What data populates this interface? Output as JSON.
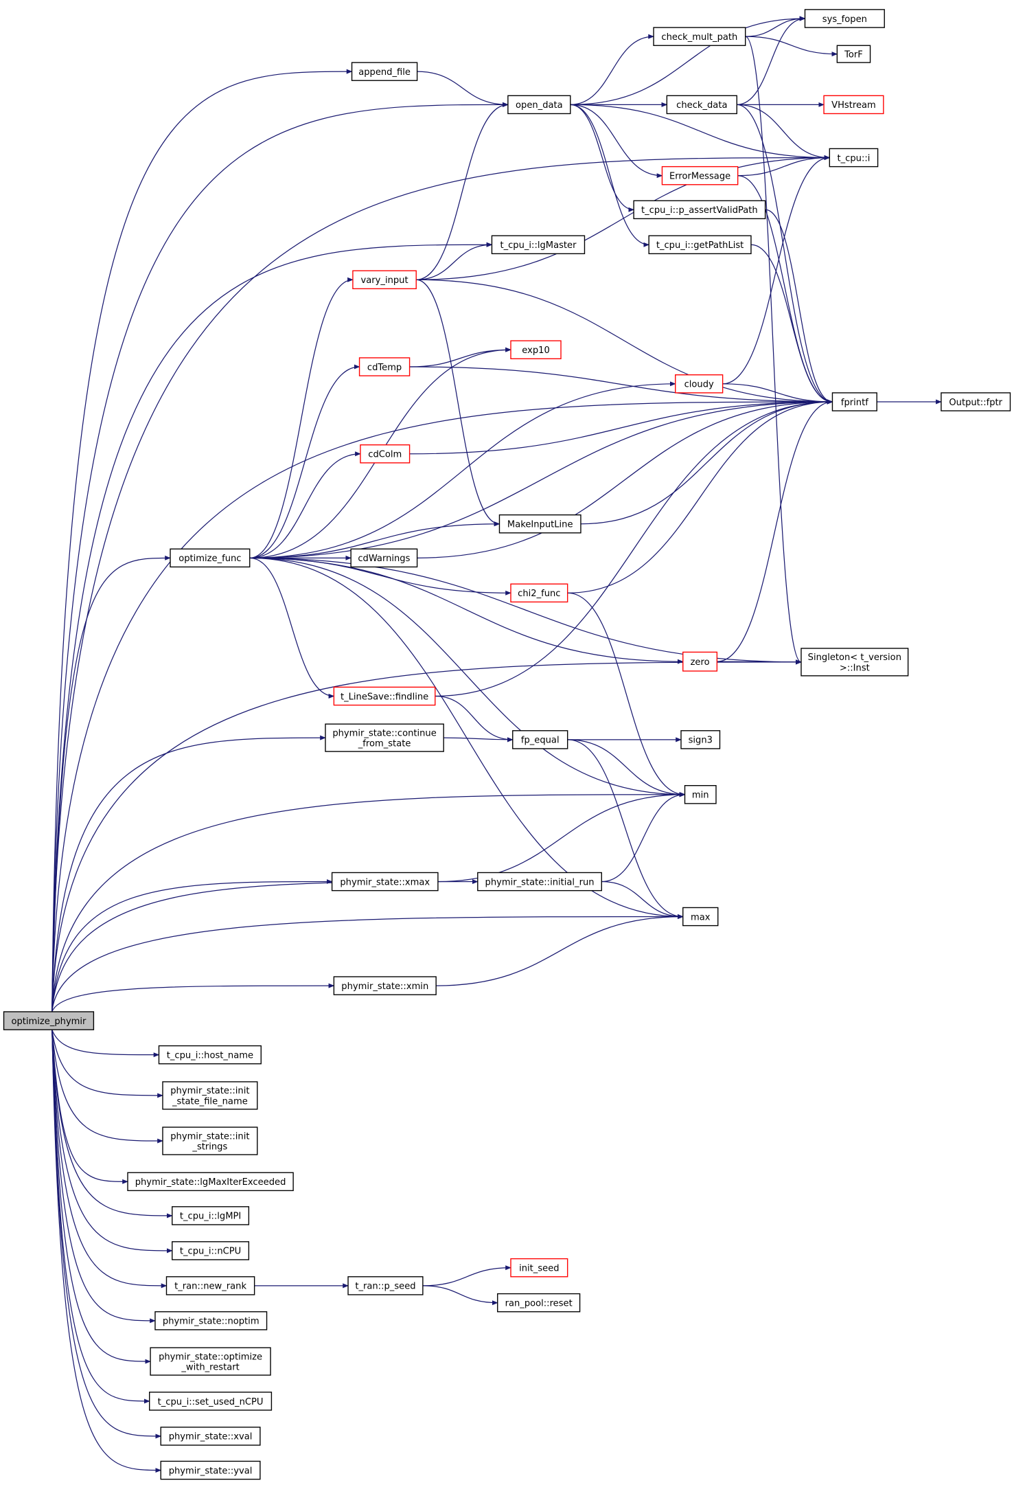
{
  "colors": {
    "edge": "#191970",
    "highlight_border": "#ff0000",
    "root_fill": "#bfbfbf"
  },
  "nodes": {
    "optimize_phymir": {
      "lines": [
        "optimize_phymir"
      ],
      "style": "root"
    },
    "append_file": {
      "lines": [
        "append_file"
      ]
    },
    "open_data": {
      "lines": [
        "open_data"
      ]
    },
    "check_mult_path": {
      "lines": [
        "check_mult_path"
      ]
    },
    "sys_fopen": {
      "lines": [
        "sys_fopen"
      ]
    },
    "TorF": {
      "lines": [
        "TorF"
      ]
    },
    "check_data": {
      "lines": [
        "check_data"
      ]
    },
    "VHstream": {
      "lines": [
        "VHstream"
      ],
      "style": "red"
    },
    "t_cpu_i": {
      "lines": [
        "t_cpu::i"
      ]
    },
    "ErrorMessage": {
      "lines": [
        "ErrorMessage"
      ],
      "style": "red"
    },
    "p_assertValidPath": {
      "lines": [
        "t_cpu_i::p_assertValidPath"
      ]
    },
    "getPathList": {
      "lines": [
        "t_cpu_i::getPathList"
      ]
    },
    "lgMaster": {
      "lines": [
        "t_cpu_i::lgMaster"
      ]
    },
    "vary_input": {
      "lines": [
        "vary_input"
      ],
      "style": "red"
    },
    "exp10": {
      "lines": [
        "exp10"
      ],
      "style": "red"
    },
    "cdTemp": {
      "lines": [
        "cdTemp"
      ],
      "style": "red"
    },
    "cloudy": {
      "lines": [
        "cloudy"
      ],
      "style": "red"
    },
    "fprintf": {
      "lines": [
        "fprintf"
      ]
    },
    "Output_fptr": {
      "lines": [
        "Output::fptr"
      ]
    },
    "cdColm": {
      "lines": [
        "cdColm"
      ],
      "style": "red"
    },
    "MakeInputLine": {
      "lines": [
        "MakeInputLine"
      ]
    },
    "optimize_func": {
      "lines": [
        "optimize_func"
      ]
    },
    "cdWarnings": {
      "lines": [
        "cdWarnings"
      ]
    },
    "chi2_func": {
      "lines": [
        "chi2_func"
      ],
      "style": "red"
    },
    "zero": {
      "lines": [
        "zero"
      ],
      "style": "red"
    },
    "Singleton": {
      "lines": [
        "Singleton< t_version",
        ">::Inst"
      ]
    },
    "findline": {
      "lines": [
        "t_LineSave::findline"
      ],
      "style": "red"
    },
    "continue_from_state": {
      "lines": [
        "phymir_state::continue",
        "_from_state"
      ]
    },
    "fp_equal": {
      "lines": [
        "fp_equal"
      ]
    },
    "sign3": {
      "lines": [
        "sign3"
      ]
    },
    "min": {
      "lines": [
        "min"
      ]
    },
    "xmax": {
      "lines": [
        "phymir_state::xmax"
      ]
    },
    "initial_run": {
      "lines": [
        "phymir_state::initial_run"
      ]
    },
    "max": {
      "lines": [
        "max"
      ]
    },
    "xmin": {
      "lines": [
        "phymir_state::xmin"
      ]
    },
    "host_name": {
      "lines": [
        "t_cpu_i::host_name"
      ]
    },
    "init_state_file_name": {
      "lines": [
        "phymir_state::init",
        "_state_file_name"
      ]
    },
    "init_strings": {
      "lines": [
        "phymir_state::init",
        "_strings"
      ]
    },
    "lgMaxIterExceeded": {
      "lines": [
        "phymir_state::lgMaxIterExceeded"
      ]
    },
    "lgMPI": {
      "lines": [
        "t_cpu_i::lgMPI"
      ]
    },
    "nCPU": {
      "lines": [
        "t_cpu_i::nCPU"
      ]
    },
    "new_rank": {
      "lines": [
        "t_ran::new_rank"
      ]
    },
    "p_seed": {
      "lines": [
        "t_ran::p_seed"
      ]
    },
    "init_seed": {
      "lines": [
        "init_seed"
      ],
      "style": "red"
    },
    "reset": {
      "lines": [
        "ran_pool::reset"
      ]
    },
    "noptim": {
      "lines": [
        "phymir_state::noptim"
      ]
    },
    "optimize_with_restart": {
      "lines": [
        "phymir_state::optimize",
        "_with_restart"
      ]
    },
    "set_used_nCPU": {
      "lines": [
        "t_cpu_i::set_used_nCPU"
      ]
    },
    "xval": {
      "lines": [
        "phymir_state::xval"
      ]
    },
    "yval": {
      "lines": [
        "phymir_state::yval"
      ]
    }
  },
  "edges": [
    [
      "optimize_phymir",
      "append_file"
    ],
    [
      "optimize_phymir",
      "open_data"
    ],
    [
      "optimize_phymir",
      "t_cpu_i"
    ],
    [
      "optimize_phymir",
      "fprintf"
    ],
    [
      "optimize_phymir",
      "lgMaster"
    ],
    [
      "optimize_phymir",
      "optimize_func"
    ],
    [
      "optimize_phymir",
      "continue_from_state"
    ],
    [
      "optimize_phymir",
      "min"
    ],
    [
      "optimize_phymir",
      "xmax"
    ],
    [
      "optimize_phymir",
      "initial_run"
    ],
    [
      "optimize_phymir",
      "max"
    ],
    [
      "optimize_phymir",
      "xmin"
    ],
    [
      "optimize_phymir",
      "Singleton"
    ],
    [
      "optimize_phymir",
      "host_name"
    ],
    [
      "optimize_phymir",
      "init_state_file_name"
    ],
    [
      "optimize_phymir",
      "init_strings"
    ],
    [
      "optimize_phymir",
      "lgMaxIterExceeded"
    ],
    [
      "optimize_phymir",
      "lgMPI"
    ],
    [
      "optimize_phymir",
      "nCPU"
    ],
    [
      "optimize_phymir",
      "new_rank"
    ],
    [
      "optimize_phymir",
      "noptim"
    ],
    [
      "optimize_phymir",
      "optimize_with_restart"
    ],
    [
      "optimize_phymir",
      "set_used_nCPU"
    ],
    [
      "optimize_phymir",
      "xval"
    ],
    [
      "optimize_phymir",
      "yval"
    ],
    [
      "append_file",
      "open_data"
    ],
    [
      "open_data",
      "sys_fopen"
    ],
    [
      "open_data",
      "check_mult_path"
    ],
    [
      "open_data",
      "t_cpu_i"
    ],
    [
      "open_data",
      "check_data"
    ],
    [
      "open_data",
      "ErrorMessage"
    ],
    [
      "open_data",
      "p_assertValidPath"
    ],
    [
      "open_data",
      "getPathList"
    ],
    [
      "check_mult_path",
      "sys_fopen"
    ],
    [
      "check_mult_path",
      "TorF"
    ],
    [
      "check_mult_path",
      "Singleton"
    ],
    [
      "check_data",
      "sys_fopen"
    ],
    [
      "check_data",
      "VHstream"
    ],
    [
      "check_data",
      "t_cpu_i"
    ],
    [
      "check_data",
      "fprintf"
    ],
    [
      "ErrorMessage",
      "t_cpu_i"
    ],
    [
      "ErrorMessage",
      "fprintf"
    ],
    [
      "p_assertValidPath",
      "fprintf"
    ],
    [
      "getPathList",
      "fprintf"
    ],
    [
      "vary_input",
      "open_data"
    ],
    [
      "vary_input",
      "lgMaster"
    ],
    [
      "vary_input",
      "t_cpu_i"
    ],
    [
      "vary_input",
      "fprintf"
    ],
    [
      "vary_input",
      "MakeInputLine"
    ],
    [
      "cdTemp",
      "exp10"
    ],
    [
      "cdTemp",
      "fprintf"
    ],
    [
      "cloudy",
      "t_cpu_i"
    ],
    [
      "cloudy",
      "fprintf"
    ],
    [
      "cdColm",
      "fprintf"
    ],
    [
      "MakeInputLine",
      "fprintf"
    ],
    [
      "cdWarnings",
      "fprintf"
    ],
    [
      "chi2_func",
      "fprintf"
    ],
    [
      "chi2_func",
      "min"
    ],
    [
      "zero",
      "fprintf"
    ],
    [
      "zero",
      "Singleton"
    ],
    [
      "findline",
      "fprintf"
    ],
    [
      "findline",
      "fp_equal"
    ],
    [
      "fprintf",
      "Output_fptr"
    ],
    [
      "optimize_func",
      "vary_input"
    ],
    [
      "optimize_func",
      "exp10"
    ],
    [
      "optimize_func",
      "cdTemp"
    ],
    [
      "optimize_func",
      "cloudy"
    ],
    [
      "optimize_func",
      "cdColm"
    ],
    [
      "optimize_func",
      "fprintf"
    ],
    [
      "optimize_func",
      "MakeInputLine"
    ],
    [
      "optimize_func",
      "cdWarnings"
    ],
    [
      "optimize_func",
      "chi2_func"
    ],
    [
      "optimize_func",
      "zero"
    ],
    [
      "optimize_func",
      "Singleton"
    ],
    [
      "optimize_func",
      "findline"
    ],
    [
      "optimize_func",
      "min"
    ],
    [
      "optimize_func",
      "max"
    ],
    [
      "continue_from_state",
      "fp_equal"
    ],
    [
      "fp_equal",
      "sign3"
    ],
    [
      "fp_equal",
      "min"
    ],
    [
      "fp_equal",
      "max"
    ],
    [
      "xmax",
      "min"
    ],
    [
      "initial_run",
      "min"
    ],
    [
      "initial_run",
      "max"
    ],
    [
      "xmin",
      "max"
    ],
    [
      "new_rank",
      "p_seed"
    ],
    [
      "p_seed",
      "init_seed"
    ],
    [
      "p_seed",
      "reset"
    ]
  ]
}
